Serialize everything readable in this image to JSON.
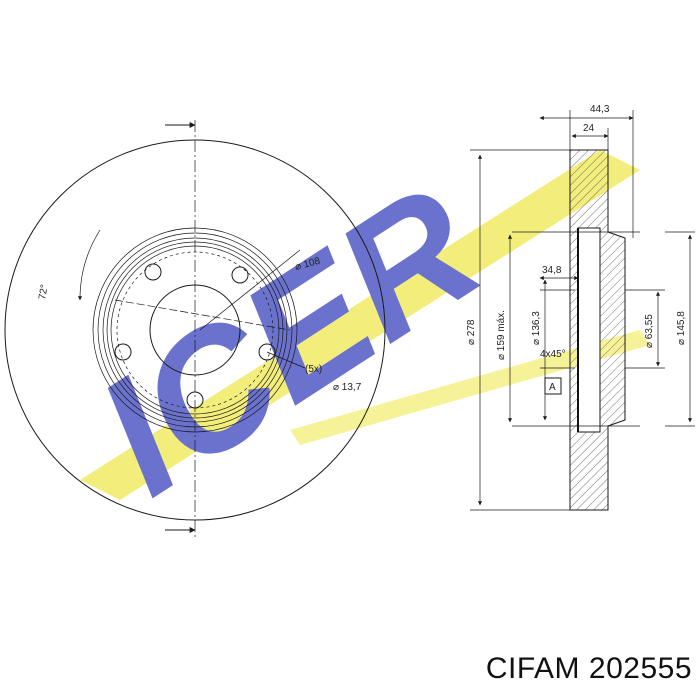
{
  "brand": {
    "logo_text": "ICER",
    "logo_color_blue": "#5a63c8",
    "logo_color_yellow": "#f2ec6e"
  },
  "front_view": {
    "angle_label": "72°",
    "pcd_label": "⌀ 108",
    "hole_count_label": "(5x)",
    "hole_diameter_label": "⌀ 13,7"
  },
  "side_view": {
    "overall_width": "44,3",
    "disc_thickness": "24",
    "hat_depth": "34,8",
    "outer_diameter": "⌀ 278",
    "max_braking_diameter": "⌀ 159 máx.",
    "hat_diameter": "⌀ 136,3",
    "chamfer": "4x45°",
    "center_bore": "⌀ 63,55",
    "hub_face_diameter": "⌀ 145,8",
    "datum_label": "A"
  },
  "caption": {
    "brand": "CIFAM",
    "part_number": "202555"
  }
}
